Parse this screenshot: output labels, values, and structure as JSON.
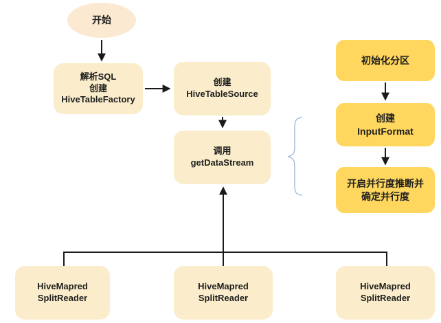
{
  "diagram": {
    "title": "Hive table read flow (flowchart)",
    "colors": {
      "light_node_fill": "#FBEDCB",
      "ellipse_fill": "#FBE9D1",
      "gold_node_fill": "#FFD75E",
      "text": "#1F1F1F",
      "connector": "#1A1A1A",
      "brace": "#9CBBDC"
    }
  },
  "nodes": {
    "start": {
      "label": "开始"
    },
    "parse_sql": {
      "line1": "解析SQL",
      "line2": "创建",
      "line3": "HiveTableFactory"
    },
    "create_table_source": {
      "line1": "创建",
      "line2": "HiveTableSource"
    },
    "get_data_stream": {
      "line1": "调用",
      "line2": "getDataStream"
    },
    "init_partition": {
      "line1": "初始化分区"
    },
    "create_input_format": {
      "line1": "创建",
      "line2": "InputFormat"
    },
    "parallelism": {
      "line1": "开启并行度推断并",
      "line2": "确定并行度"
    },
    "reader1": {
      "line1": "HiveMapred",
      "line2": "SplitReader"
    },
    "reader2": {
      "line1": "HiveMapred",
      "line2": "SplitReader"
    },
    "reader3": {
      "line1": "HiveMapred",
      "line2": "SplitReader"
    }
  }
}
